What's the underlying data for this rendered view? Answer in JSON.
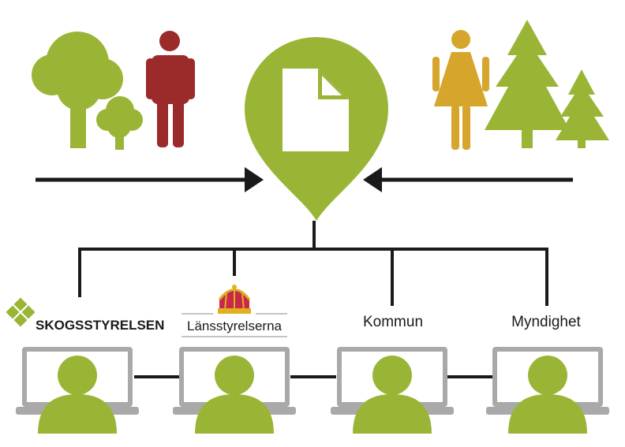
{
  "colors": {
    "green": "#9ab536",
    "dark_red": "#9b2a2b",
    "mustard": "#d6a52c",
    "line": "#1a1a1a",
    "laptop_gray": "#a9a9a9",
    "screen_white": "#ffffff"
  },
  "icons": {
    "left_group": [
      "deciduous-tree-icon",
      "small-deciduous-tree-icon",
      "man-icon"
    ],
    "right_group": [
      "woman-icon",
      "conifer-tree-icon",
      "small-conifer-tree-icon"
    ],
    "center": "document-map-pin-icon"
  },
  "organizations": [
    {
      "label": "SKOGSSTYRELSEN",
      "logo": "skogsstyrelsen-logo-icon"
    },
    {
      "label": "Länsstyrelserna",
      "logo": "crown-icon"
    },
    {
      "label": "Kommun",
      "logo": ""
    },
    {
      "label": "Myndighet",
      "logo": ""
    }
  ]
}
